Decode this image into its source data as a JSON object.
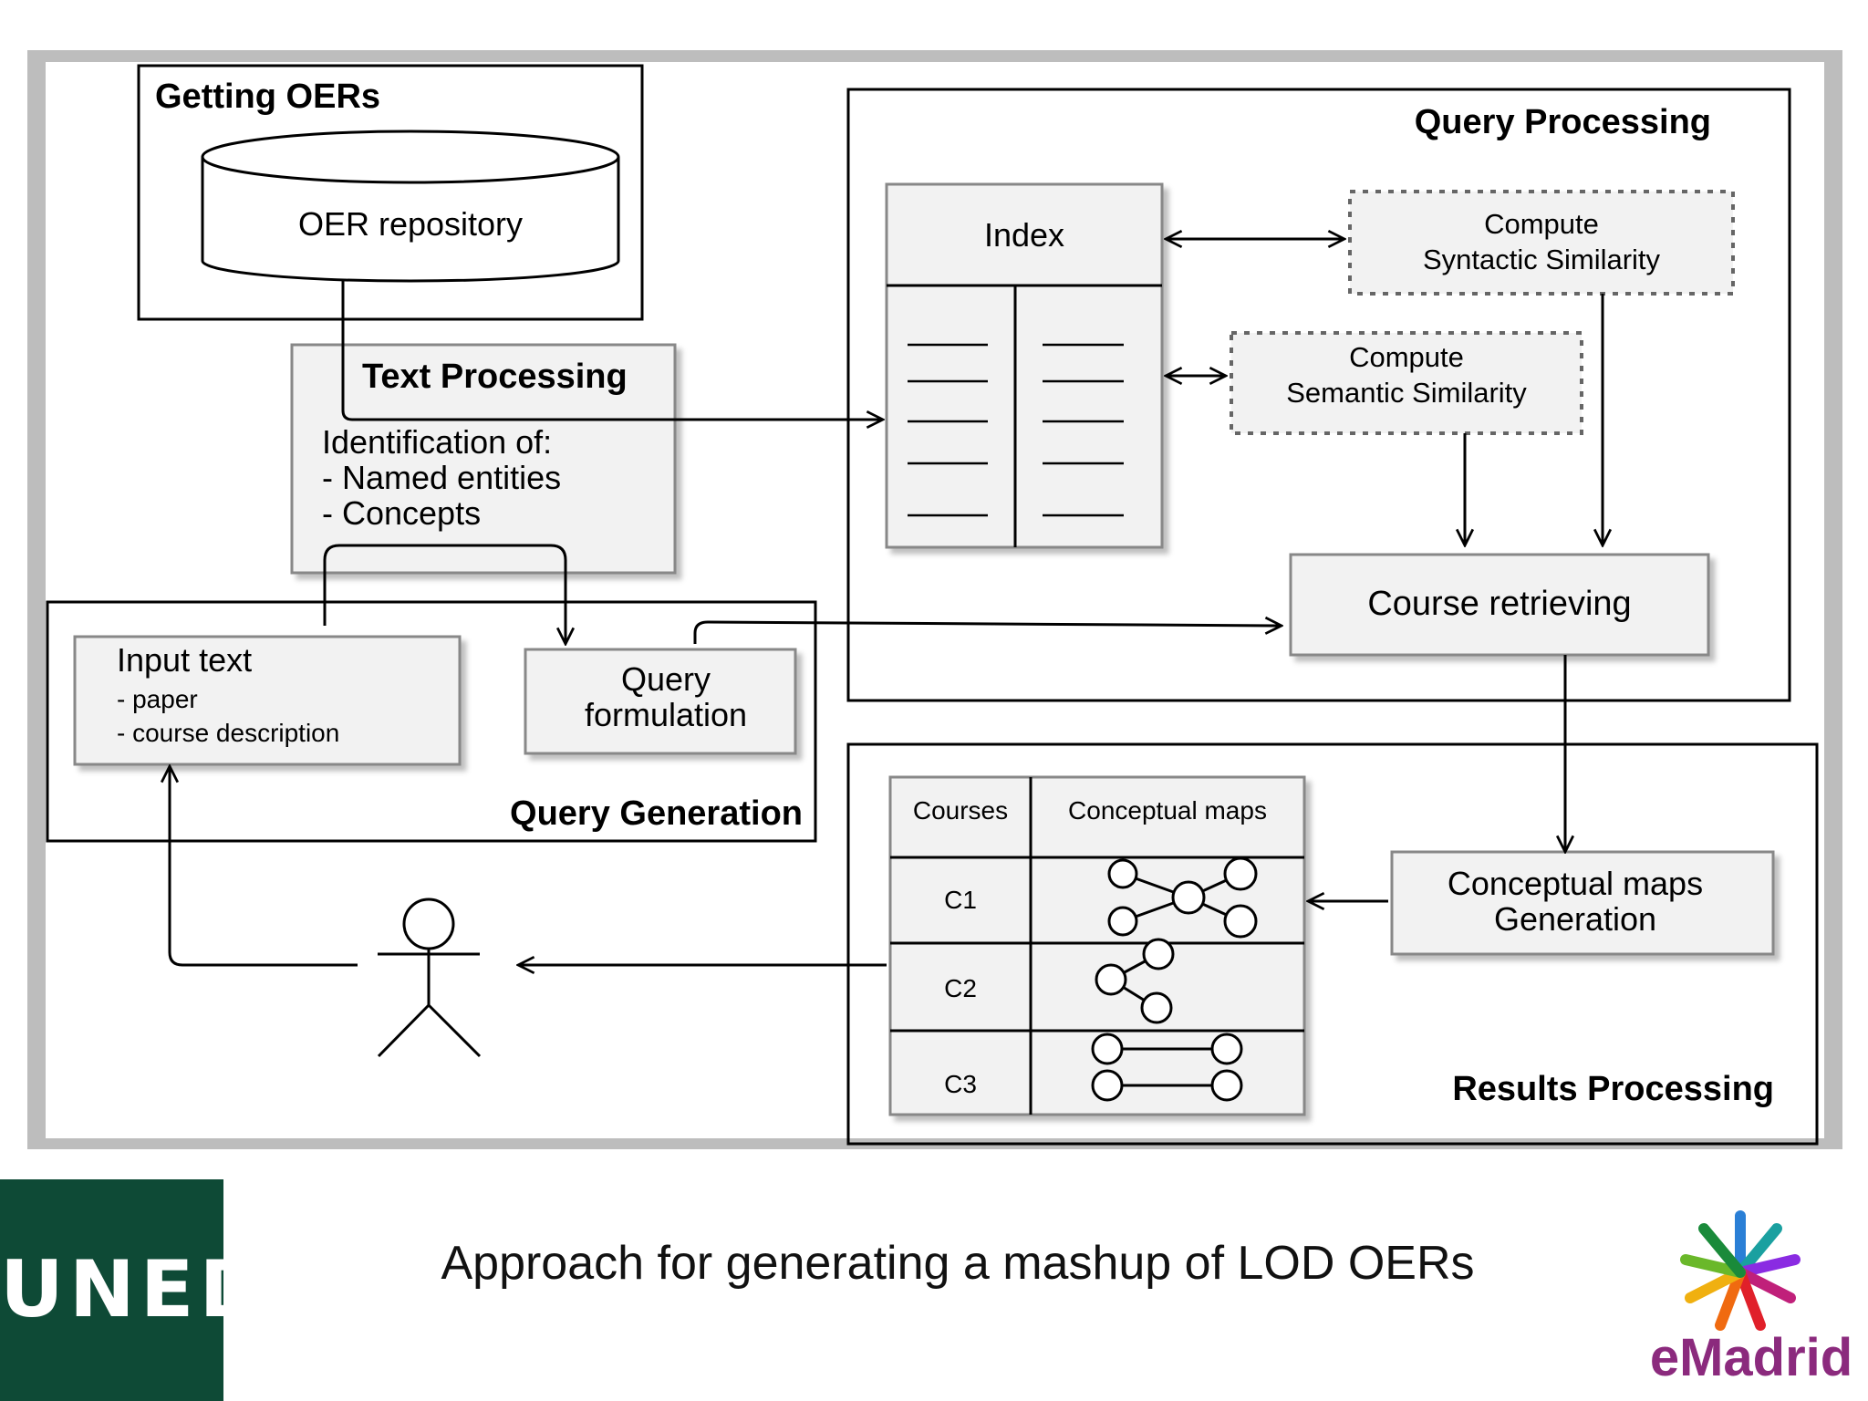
{
  "diagram": {
    "getting_oers": {
      "title": "Getting OERs",
      "repository": "OER repository"
    },
    "text_processing": {
      "title": "Text Processing",
      "line1": "Identification of:",
      "line2": "- Named entities",
      "line3": "- Concepts"
    },
    "query_processing": {
      "title": "Query Processing",
      "index": "Index",
      "syntactic": [
        "Compute",
        "Syntactic Similarity"
      ],
      "semantic": [
        "Compute",
        "Semantic Similarity"
      ],
      "course_retrieving": "Course retrieving"
    },
    "query_generation": {
      "title": "Query Generation",
      "input_text": "Input text",
      "input_item1": "- paper",
      "input_item2": "- course description",
      "query_formulation": [
        "Query",
        "formulation"
      ]
    },
    "results_processing": {
      "title": "Results Processing",
      "table_headers": [
        "Courses",
        "Conceptual maps"
      ],
      "rows": [
        "C1",
        "C2",
        "C3"
      ],
      "conceptual_maps_generation": [
        "Conceptual maps",
        "Generation"
      ]
    }
  },
  "caption": "Approach for generating a mashup of LOD OERs",
  "logos": {
    "uned": "UNED",
    "emadrid": "eMadrid"
  }
}
